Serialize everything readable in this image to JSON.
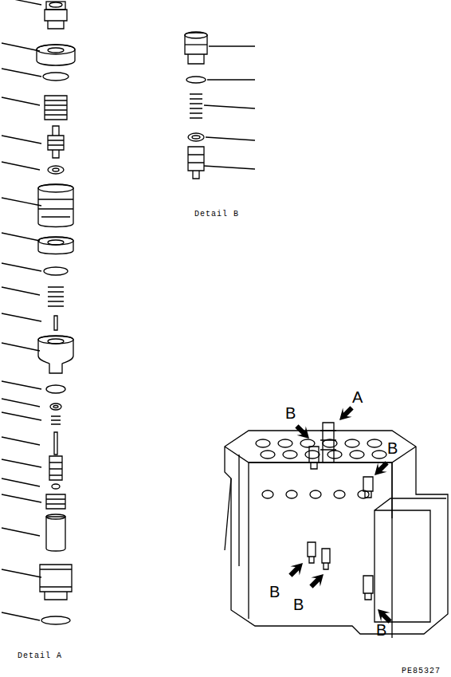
{
  "diagram": {
    "labels": [
      "Detail A",
      "Detail B",
      "A",
      "B",
      "B",
      "B",
      "B",
      "B",
      "PE85327"
    ]
  }
}
